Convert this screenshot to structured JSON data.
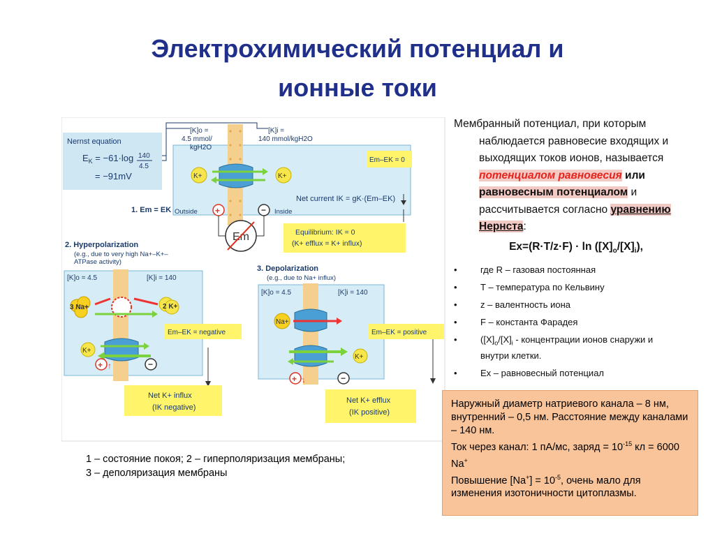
{
  "title": {
    "line1": "Электрохимический потенциал и",
    "line2": "ионные токи"
  },
  "diagram": {
    "nernst_title": "Nernst equation",
    "nernst_line1": "E",
    "nernst_line1_sub": "K",
    "nernst_line1_rest": " = −61·log",
    "nernst_num": "140",
    "nernst_den": "4.5",
    "nernst_result": "= −91mV",
    "ko_label": "[K]o =",
    "ko_value": "4.5 mmol/",
    "ko_unit": "kgH2O",
    "ki_label": "[K]i =",
    "ki_value": "140 mmol/kgH2O",
    "em_ek_zero": "Em–EK = 0",
    "net_current": "Net current  IK = gK·(Em–EK)",
    "outside": "Outside",
    "inside": "Inside",
    "state1": "1.  Em = EK",
    "em_label": "Em",
    "equilibrium_line1": "Equilibrium: IK = 0",
    "equilibrium_line2": "(K+ efflux = K+ influx)",
    "hyper_title": "2.  Hyperpolarization",
    "hyper_sub1": "(e.g., due to very high Na+–K+–",
    "hyper_sub2": "ATPase activity)",
    "hyper_ko": "[K]o = 4.5",
    "hyper_ki": "[K]i = 140",
    "hyper_3na": "3 Na+",
    "hyper_2k": "2 K+",
    "hyper_k": "K+",
    "hyper_emek": "Em–EK = negative",
    "hyper_net1": "Net K+ influx",
    "hyper_net2": "(IK negative)",
    "depol_title": "3.  Depolarization",
    "depol_sub": "(e.g., due to Na+ influx)",
    "depol_ko": "[K]o = 4.5",
    "depol_ki": "[K]i = 140",
    "depol_na": "Na+",
    "depol_k": "K+",
    "depol_emek": "Em–EK = positive",
    "depol_net1": "Net K+ efflux",
    "depol_net2": "(IK positive)",
    "k_plus": "K+",
    "plus": "+",
    "minus": "−"
  },
  "caption": {
    "line1": "1 – состояние покоя; 2 – гиперполяризация мембраны;",
    "line2": "3 – деполяризация мембраны"
  },
  "right": {
    "intro_a": "Мембранный потенциал, при которым наблюдается равновесие входящих и выходящих токов ионов, называется ",
    "intro_b": "потенциалом равновесия",
    "intro_c": " или ",
    "intro_d": "равновесным потенциалом",
    "intro_e": " и рассчитывается согласно ",
    "intro_f": "уравнению Нернста",
    "intro_g": ":",
    "formula_a": "Ex=(R·T/z·F) · ln ([X]",
    "formula_sub_o": "o",
    "formula_b": "/[X]",
    "formula_sub_i": "i",
    "formula_c": "),",
    "def1": "где R – газовая постоянная",
    "def2": "T – температура по Кельвину",
    "def3": "z – валентность иона",
    "def4": "F – константа Фарадея",
    "def5_a": "([X]",
    "def5_sub_o": "o",
    "def5_b": "/[X]",
    "def5_sub_i": "i",
    "def5_c": " - концентрации ионов снаружи и внутри клетки.",
    "def6": "Ex – равновесный потенциал"
  },
  "note": {
    "line1": "Наружный диаметр натриевого канала – 8 нм, внутренний – 0,5 нм. Расстояние между каналами – 140 нм.",
    "line2_a": "Ток через канал: 1 пА/мс, заряд = 10",
    "line2_sup": "-15",
    "line2_b": " кл = 6000 Na",
    "line2_sup2": "+",
    "line3_a": "Повышение [Na",
    "line3_sup": "+",
    "line3_b": "] = 10",
    "line3_sup2": "-5",
    "line3_c": ", очень мало для изменения изотоничности цитоплазмы."
  }
}
